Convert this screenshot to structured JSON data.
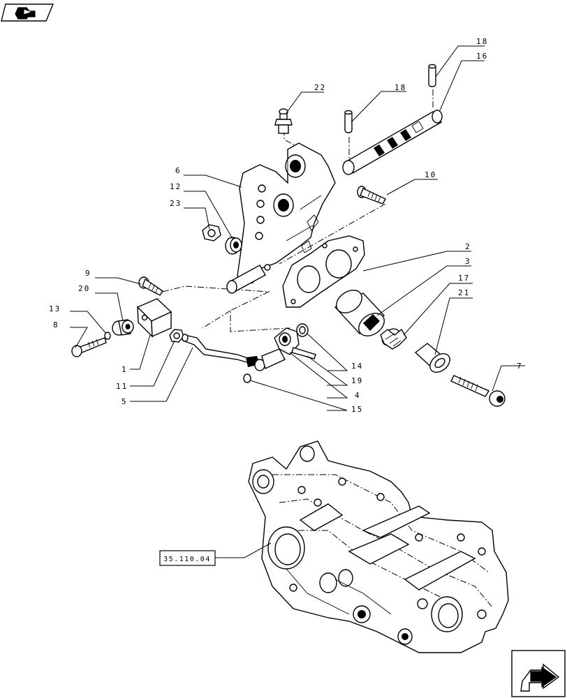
{
  "callouts": [
    {
      "id": "c-18a",
      "label": "18"
    },
    {
      "id": "c-16",
      "label": "16"
    },
    {
      "id": "c-18b",
      "label": "18"
    },
    {
      "id": "c-22",
      "label": "22"
    },
    {
      "id": "c-10",
      "label": "10"
    },
    {
      "id": "c-6",
      "label": "6"
    },
    {
      "id": "c-12",
      "label": "12"
    },
    {
      "id": "c-23",
      "label": "23"
    },
    {
      "id": "c-2",
      "label": "2"
    },
    {
      "id": "c-3",
      "label": "3"
    },
    {
      "id": "c-17",
      "label": "17"
    },
    {
      "id": "c-21",
      "label": "21"
    },
    {
      "id": "c-9",
      "label": "9"
    },
    {
      "id": "c-20",
      "label": "20"
    },
    {
      "id": "c-13",
      "label": "13"
    },
    {
      "id": "c-8",
      "label": "8"
    },
    {
      "id": "c-7",
      "label": "7"
    },
    {
      "id": "c-14",
      "label": "14"
    },
    {
      "id": "c-19",
      "label": "19"
    },
    {
      "id": "c-4",
      "label": "4"
    },
    {
      "id": "c-15",
      "label": "15"
    },
    {
      "id": "c-1",
      "label": "1"
    },
    {
      "id": "c-11",
      "label": "11"
    },
    {
      "id": "c-5",
      "label": "5"
    }
  ],
  "reference": {
    "label": "35.110.04"
  },
  "icons": {
    "top_left": "book-arrow-icon",
    "bottom_right": "next-page-arrow-icon"
  }
}
